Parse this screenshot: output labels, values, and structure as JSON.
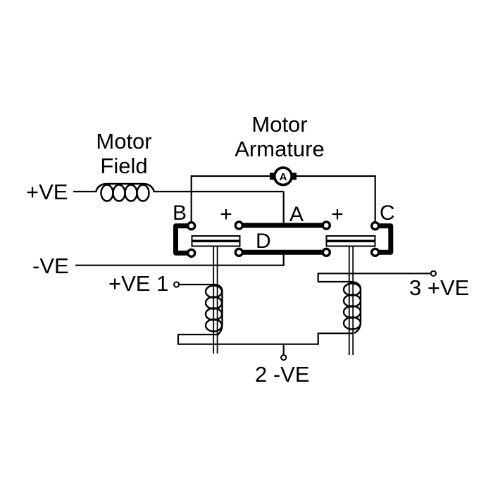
{
  "colors": {
    "ink": "#000000",
    "background": "#ffffff"
  },
  "labels": {
    "motor_field": {
      "line1": "Motor",
      "line2": "Field"
    },
    "motor_armature": {
      "line1": "Motor",
      "line2": "Armature"
    },
    "armature_symbol": "A",
    "supply_positive": "+VE",
    "supply_negative": "-VE",
    "terminal_1": "+VE 1",
    "terminal_3": "3 +VE",
    "terminal_2": "2 -VE",
    "contact_b": "B",
    "contact_c": "C",
    "bar_a": "A",
    "bar_d": "D",
    "plus_left": "+",
    "plus_right": "+"
  }
}
